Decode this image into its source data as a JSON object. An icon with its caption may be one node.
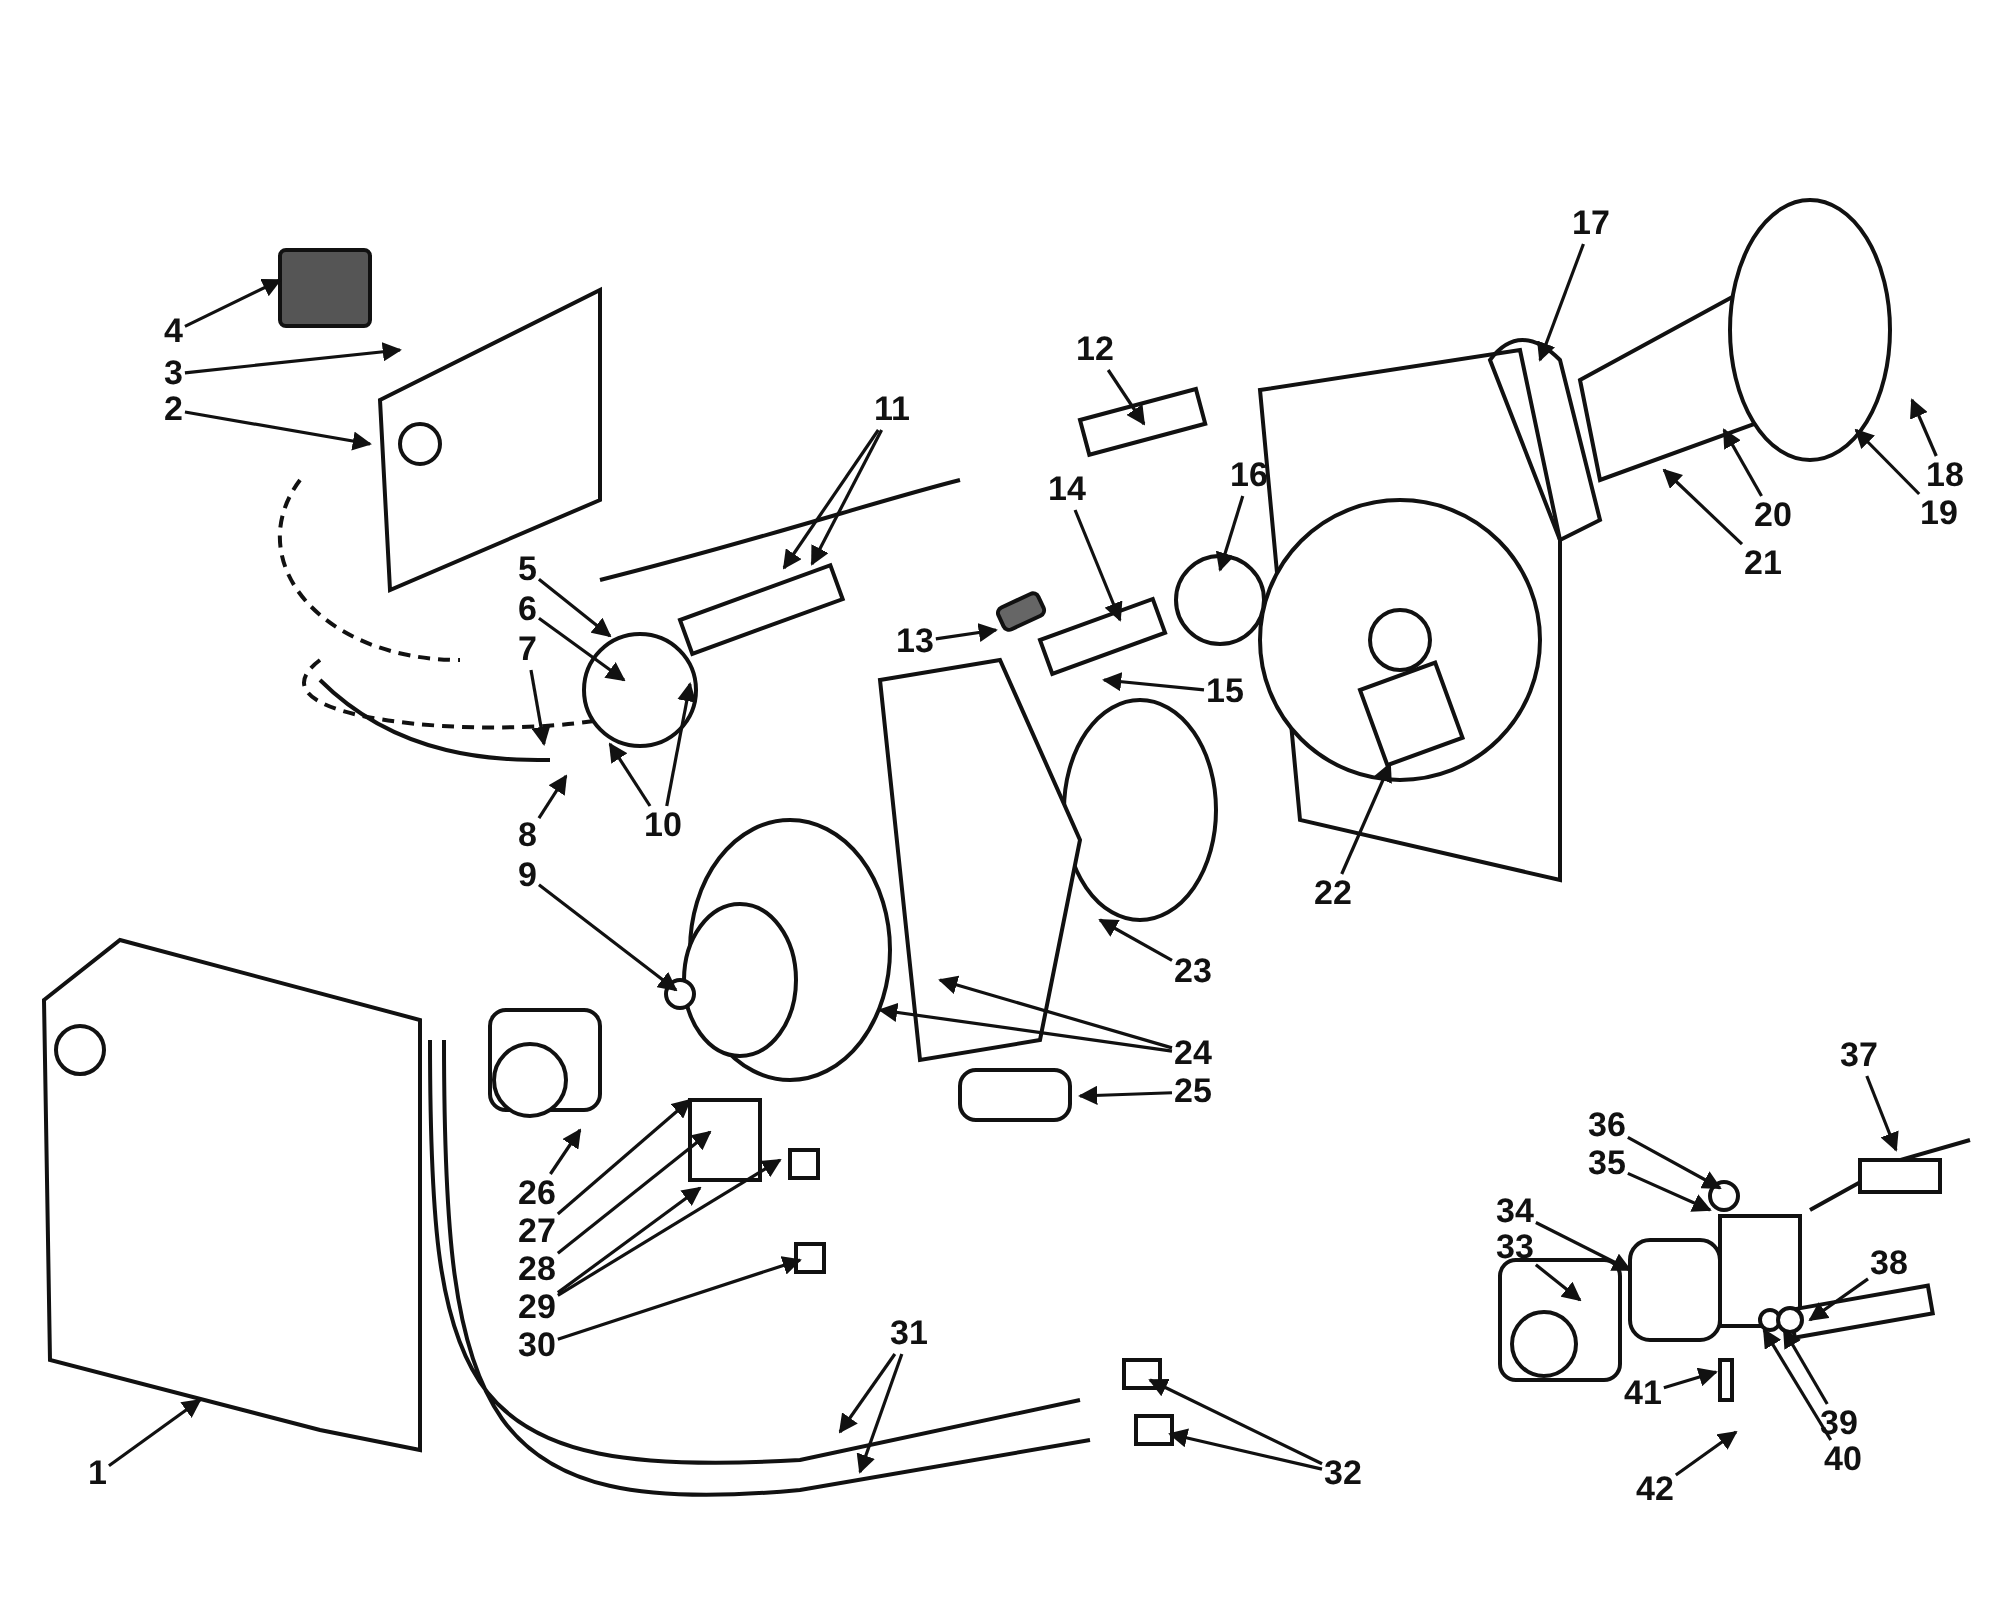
{
  "diagram": {
    "nodes": [
      {
        "text": [
          "1"
        ]
      },
      {
        "text": [
          "2"
        ]
      },
      {
        "text": [
          "3"
        ]
      },
      {
        "text": [
          "4"
        ]
      },
      {
        "text": [
          "5"
        ]
      },
      {
        "text": [
          "6"
        ]
      },
      {
        "text": [
          "7"
        ]
      },
      {
        "text": [
          "8"
        ]
      },
      {
        "text": [
          "9"
        ]
      },
      {
        "text": [
          "10"
        ]
      },
      {
        "text": [
          "11"
        ]
      },
      {
        "text": [
          "12"
        ]
      },
      {
        "text": [
          "13"
        ]
      },
      {
        "text": [
          "14"
        ]
      },
      {
        "text": [
          "15"
        ]
      },
      {
        "text": [
          "16"
        ]
      },
      {
        "text": [
          "17"
        ]
      },
      {
        "text": [
          "18"
        ]
      },
      {
        "text": [
          "19"
        ]
      },
      {
        "text": [
          "20"
        ]
      },
      {
        "text": [
          "21"
        ]
      },
      {
        "text": [
          "22"
        ]
      },
      {
        "text": [
          "23"
        ]
      },
      {
        "text": [
          "24"
        ]
      },
      {
        "text": [
          "25"
        ]
      },
      {
        "text": [
          "26"
        ]
      },
      {
        "text": [
          "27"
        ]
      },
      {
        "text": [
          "28"
        ]
      },
      {
        "text": [
          "29"
        ]
      },
      {
        "text": [
          "30"
        ]
      },
      {
        "text": [
          "31"
        ]
      },
      {
        "text": [
          "32"
        ]
      },
      {
        "text": [
          "33"
        ]
      },
      {
        "text": [
          "34"
        ]
      },
      {
        "text": [
          "35"
        ]
      },
      {
        "text": [
          "36"
        ]
      },
      {
        "text": [
          "37"
        ]
      },
      {
        "text": [
          "38"
        ]
      },
      {
        "text": [
          "39"
        ]
      },
      {
        "text": [
          "40"
        ]
      },
      {
        "text": [
          "41"
        ]
      },
      {
        "text": [
          "42"
        ]
      }
    ],
    "edges": [
      {
        "from": 0,
        "to": null,
        "arrow": "to"
      },
      {
        "from": 1,
        "to": null,
        "arrow": "to"
      },
      {
        "from": 2,
        "to": null,
        "arrow": "to"
      },
      {
        "from": 3,
        "to": null,
        "arrow": "to"
      },
      {
        "from": 4,
        "to": null,
        "arrow": "to"
      },
      {
        "from": 5,
        "to": null,
        "arrow": "to"
      },
      {
        "from": 6,
        "to": null,
        "arrow": "to"
      },
      {
        "from": 7,
        "to": null,
        "arrow": "to"
      },
      {
        "from": 8,
        "to": null,
        "arrow": "to"
      },
      {
        "from": 9,
        "to": null,
        "arrow": "to"
      },
      {
        "from": 9,
        "to": null,
        "arrow": "to"
      },
      {
        "from": 10,
        "to": null,
        "arrow": "to"
      },
      {
        "from": 10,
        "to": null,
        "arrow": "to"
      },
      {
        "from": 11,
        "to": null,
        "arrow": "to"
      },
      {
        "from": 12,
        "to": null,
        "arrow": "to"
      },
      {
        "from": 13,
        "to": null,
        "arrow": "to"
      },
      {
        "from": 14,
        "to": null,
        "arrow": "to"
      },
      {
        "from": 15,
        "to": null,
        "arrow": "to"
      },
      {
        "from": 16,
        "to": null,
        "arrow": "to"
      },
      {
        "from": 17,
        "to": null,
        "arrow": "to"
      },
      {
        "from": 18,
        "to": null,
        "arrow": "to"
      },
      {
        "from": 19,
        "to": null,
        "arrow": "to"
      },
      {
        "from": 20,
        "to": null,
        "arrow": "to"
      },
      {
        "from": 21,
        "to": null,
        "arrow": "to"
      },
      {
        "from": 22,
        "to": null,
        "arrow": "to"
      },
      {
        "from": 23,
        "to": null,
        "arrow": "to"
      },
      {
        "from": 23,
        "to": null,
        "arrow": "to"
      },
      {
        "from": 24,
        "to": null,
        "arrow": "to"
      },
      {
        "from": 25,
        "to": null,
        "arrow": "to"
      },
      {
        "from": 26,
        "to": null,
        "arrow": "to"
      },
      {
        "from": 27,
        "to": null,
        "arrow": "to"
      },
      {
        "from": 28,
        "to": null,
        "arrow": "to"
      },
      {
        "from": 28,
        "to": null,
        "arrow": "to"
      },
      {
        "from": 29,
        "to": null,
        "arrow": "to"
      },
      {
        "from": 30,
        "to": null,
        "arrow": "to"
      },
      {
        "from": 30,
        "to": null,
        "arrow": "to"
      },
      {
        "from": 31,
        "to": null,
        "arrow": "to"
      },
      {
        "from": 31,
        "to": null,
        "arrow": "to"
      },
      {
        "from": 32,
        "to": null,
        "arrow": "to"
      },
      {
        "from": 33,
        "to": null,
        "arrow": "to"
      },
      {
        "from": 34,
        "to": null,
        "arrow": "to"
      },
      {
        "from": 35,
        "to": null,
        "arrow": "to"
      },
      {
        "from": 36,
        "to": null,
        "arrow": "to"
      },
      {
        "from": 37,
        "to": null,
        "arrow": "to"
      },
      {
        "from": 38,
        "to": null,
        "arrow": "to"
      },
      {
        "from": 39,
        "to": null,
        "arrow": "to"
      },
      {
        "from": 40,
        "to": null,
        "arrow": "to"
      },
      {
        "from": 41,
        "to": null,
        "arrow": "to"
      }
    ]
  }
}
